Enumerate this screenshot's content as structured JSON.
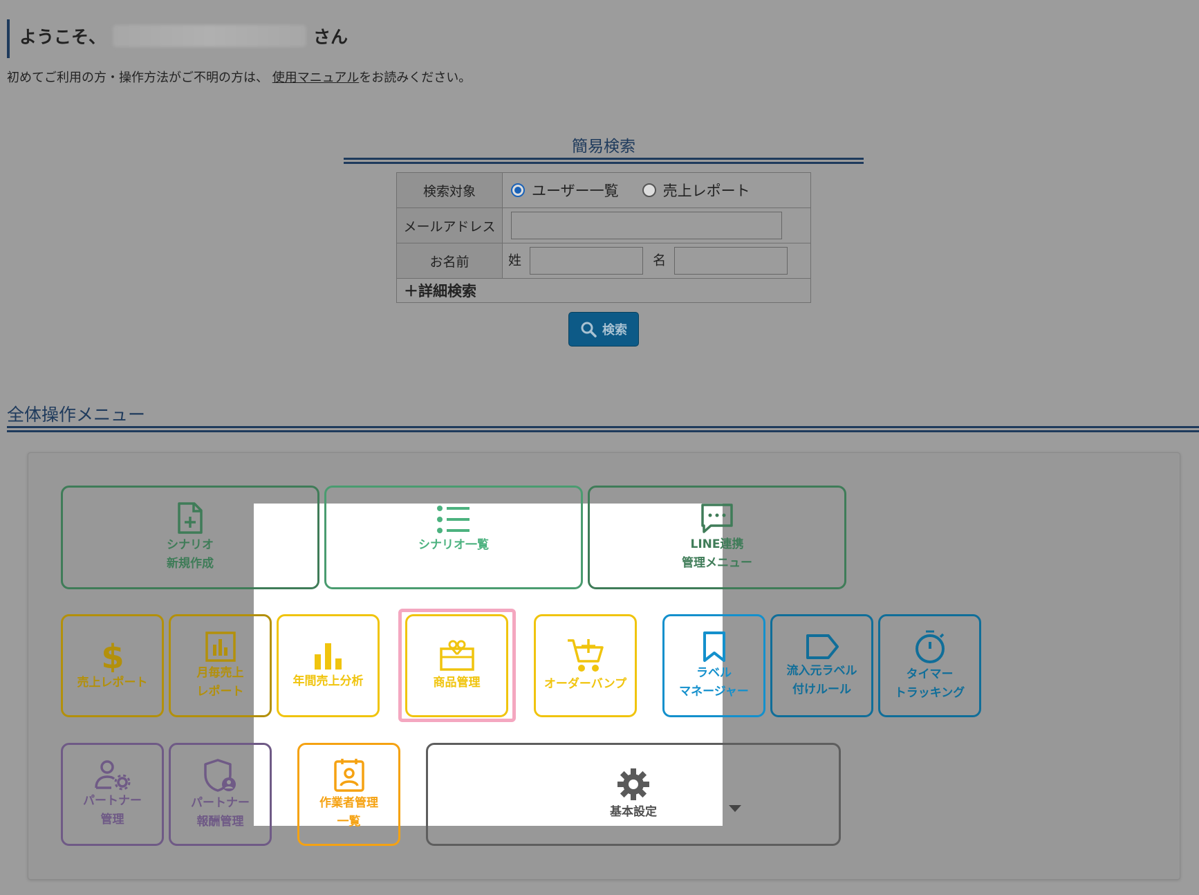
{
  "welcome": {
    "prefix": "ようこそ、",
    "suffix": "さん"
  },
  "intro": {
    "text_before": "初めてご利用の方・操作方法がご不明の方は、 ",
    "link": "使用マニュアル",
    "text_after": "をお読みください。"
  },
  "quick_search": {
    "title": "簡易検索",
    "rows": {
      "target_label": "検索対象",
      "target_options": [
        "ユーザー一覧",
        "売上レポート"
      ],
      "email_label": "メールアドレス",
      "name_label": "お名前",
      "last_name": "姓",
      "first_name": "名"
    },
    "advanced": "＋詳細検索",
    "search_button": "検索"
  },
  "menu": {
    "title": "全体操作メニュー",
    "tiles": [
      {
        "label": "シナリオ\n新規作成",
        "icon": "file-plus-icon"
      },
      {
        "label": "シナリオ一覧",
        "icon": "list-icon"
      },
      {
        "label": "LINE連携\n管理メニュー",
        "icon": "chat-icon"
      },
      {
        "label": "売上レポート",
        "icon": "dollar-icon"
      },
      {
        "label": "月毎売上\nレポート",
        "icon": "bar-box-icon"
      },
      {
        "label": "年間売上分析",
        "icon": "bar-chart-icon"
      },
      {
        "label": "商品管理",
        "icon": "gift-box-icon"
      },
      {
        "label": "オーダーバンプ",
        "icon": "cart-plus-icon"
      },
      {
        "label": "ラベル\nマネージャー",
        "icon": "bookmark-icon"
      },
      {
        "label": "流入元ラベル\n付けルール",
        "icon": "tag-icon"
      },
      {
        "label": "タイマー\nトラッキング",
        "icon": "stopwatch-icon"
      },
      {
        "label": "パートナー\n管理",
        "icon": "user-gear-icon"
      },
      {
        "label": "パートナー\n報酬管理",
        "icon": "shield-user-icon"
      },
      {
        "label": "作業者管理\n一覧",
        "icon": "id-badge-icon"
      },
      {
        "label": "基本設定",
        "icon": "gear-icon"
      }
    ]
  },
  "colors": {
    "green": "#3f7c58",
    "gold": "#f0c40e",
    "blue": "#1490cc",
    "purple": "#9b7fc0",
    "orange": "#f5a212",
    "highlight": "#f4a7c0",
    "accent": "#0d5a87"
  }
}
